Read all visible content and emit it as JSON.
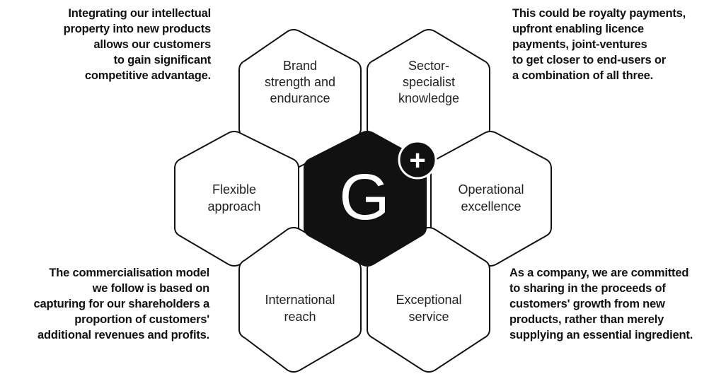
{
  "corners": {
    "top_left": [
      "Integrating our intellectual",
      "property into new products",
      "allows our customers",
      "to gain significant",
      "competitive advantage."
    ],
    "top_right": [
      "This could be royalty payments,",
      "upfront enabling licence",
      "payments, joint-ventures",
      "to get closer to end-users or",
      "a combination of all three."
    ],
    "bottom_left": [
      "The commercialisation model",
      "we follow is based on",
      "capturing for our shareholders a",
      "proportion of customers'",
      "additional revenues and profits."
    ],
    "bottom_right": [
      "As a company, we are committed",
      "to sharing in the proceeds of",
      "customers' growth from new",
      "products, rather than merely",
      "supplying an essential ingredient."
    ]
  },
  "hexagons": {
    "brand": [
      "Brand",
      "strength and",
      "endurance"
    ],
    "sector": [
      "Sector-",
      "specialist",
      "knowledge"
    ],
    "flexible": [
      "Flexible",
      "approach"
    ],
    "operational": [
      "Operational",
      "excellence"
    ],
    "international": [
      "International",
      "reach"
    ],
    "exceptional": [
      "Exceptional",
      "service"
    ]
  },
  "center": {
    "letter": "G",
    "badge": "+"
  },
  "colors": {
    "center_fill": "#111111",
    "center_text": "#ffffff",
    "outline": "#111111"
  }
}
